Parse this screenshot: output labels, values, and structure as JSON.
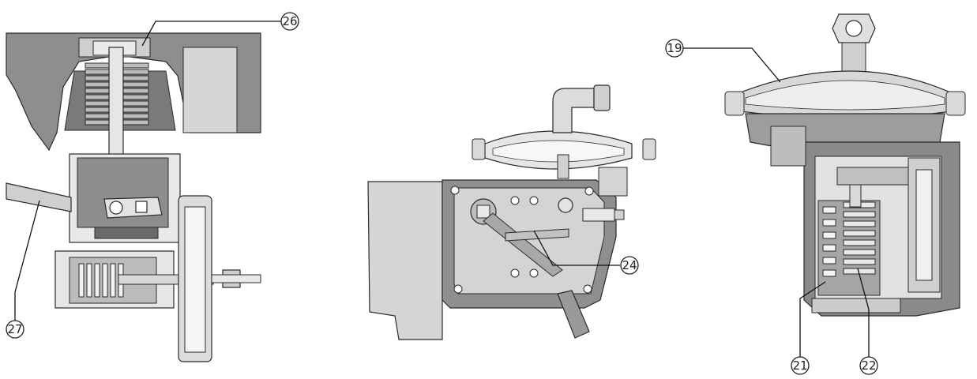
{
  "figure": {
    "panels": [
      {
        "id": "left",
        "callouts": [
          "26",
          "27"
        ]
      },
      {
        "id": "center",
        "callouts": [
          "24"
        ]
      },
      {
        "id": "right",
        "callouts": [
          "19",
          "21",
          "22"
        ]
      }
    ]
  },
  "callouts": {
    "c26": "26",
    "c27": "27",
    "c24": "24",
    "c19": "19",
    "c21": "21",
    "c22": "22"
  },
  "colors": {
    "metal_dark": "#7d7d7d",
    "metal_mid": "#9a9a9a",
    "metal_light": "#c8c8c8",
    "metal_pale": "#e3e3e3",
    "outline": "#2a2a2a"
  }
}
